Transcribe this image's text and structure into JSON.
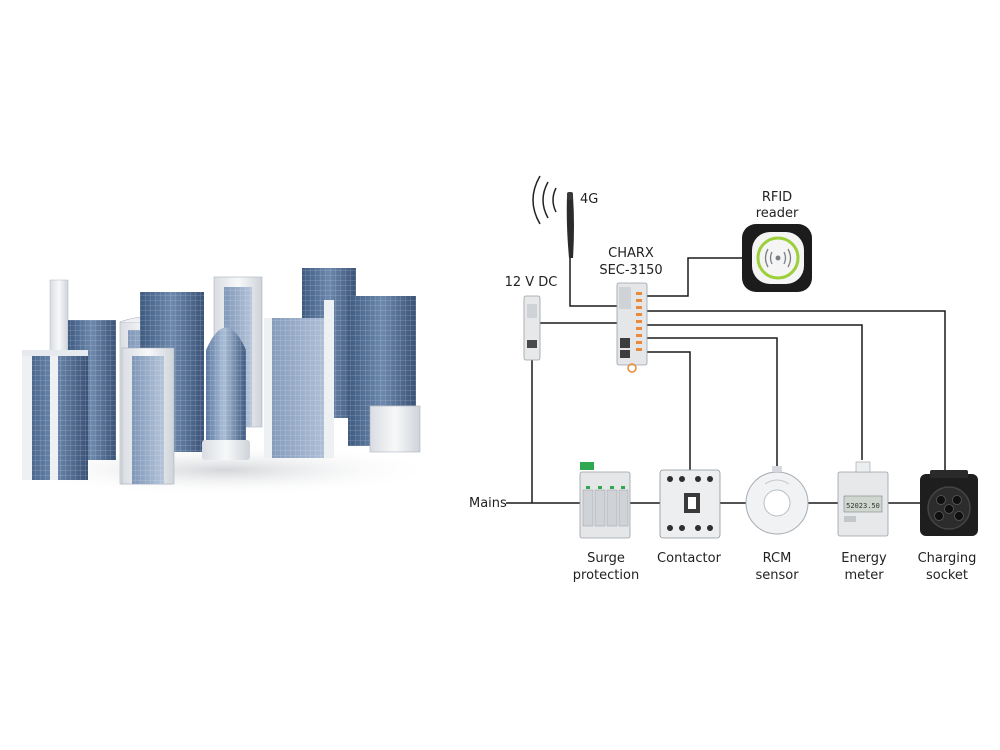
{
  "labels": {
    "antenna": "4G",
    "rfid_line1": "RFID",
    "rfid_line2": "reader",
    "controller_line1": "CHARX",
    "controller_line2": "SEC-3150",
    "power_supply": "12 V DC",
    "mains": "Mains",
    "surge_line1": "Surge",
    "surge_line2": "protection",
    "contactor": "Contactor",
    "rcm_line1": "RCM",
    "rcm_line2": "sensor",
    "meter_line1": "Energy",
    "meter_line2": "meter",
    "socket_line1": "Charging",
    "socket_line2": "socket"
  },
  "meter_display": "52023.50",
  "colors": {
    "building_glass": "#4f6d94",
    "building_glass_light": "#8fa6c4",
    "building_frame": "#e9ecef",
    "rfid_green": "#9ccf3a",
    "wire": "#1a1a1a",
    "device_light": "#e6e8ea",
    "socket_dark": "#1e1e1e",
    "terminal_orange": "#e98b3a",
    "surge_green": "#2fa84f"
  }
}
